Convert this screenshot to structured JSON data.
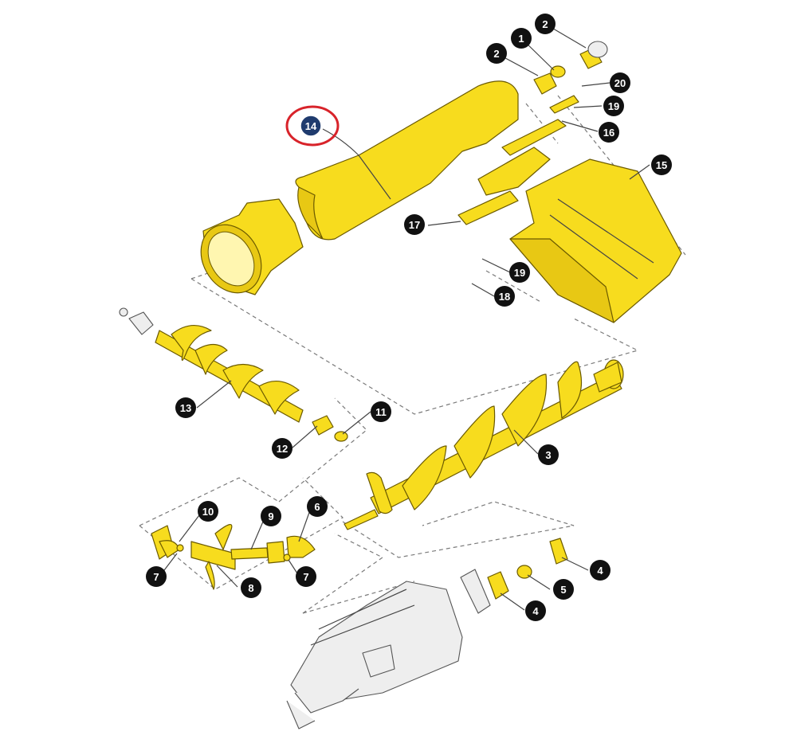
{
  "colors": {
    "part": "#f7dc1e",
    "part_shadow": "#e8c814",
    "outline": "#6b5a00",
    "badge": "#111111",
    "badge_text": "#ffffff",
    "highlight_ring": "#d8232a",
    "highlight_badge": "#1f3b6e"
  },
  "callouts": [
    {
      "label": "2"
    },
    {
      "label": "1"
    },
    {
      "label": "2"
    },
    {
      "label": "20"
    },
    {
      "label": "19"
    },
    {
      "label": "16"
    },
    {
      "label": "15"
    },
    {
      "label": "17"
    },
    {
      "label": "19"
    },
    {
      "label": "18"
    },
    {
      "label": "13"
    },
    {
      "label": "11"
    },
    {
      "label": "12"
    },
    {
      "label": "3"
    },
    {
      "label": "10"
    },
    {
      "label": "9"
    },
    {
      "label": "6"
    },
    {
      "label": "7"
    },
    {
      "label": "8"
    },
    {
      "label": "7"
    },
    {
      "label": "4"
    },
    {
      "label": "5"
    },
    {
      "label": "4"
    }
  ],
  "highlighted": {
    "label": "14"
  }
}
